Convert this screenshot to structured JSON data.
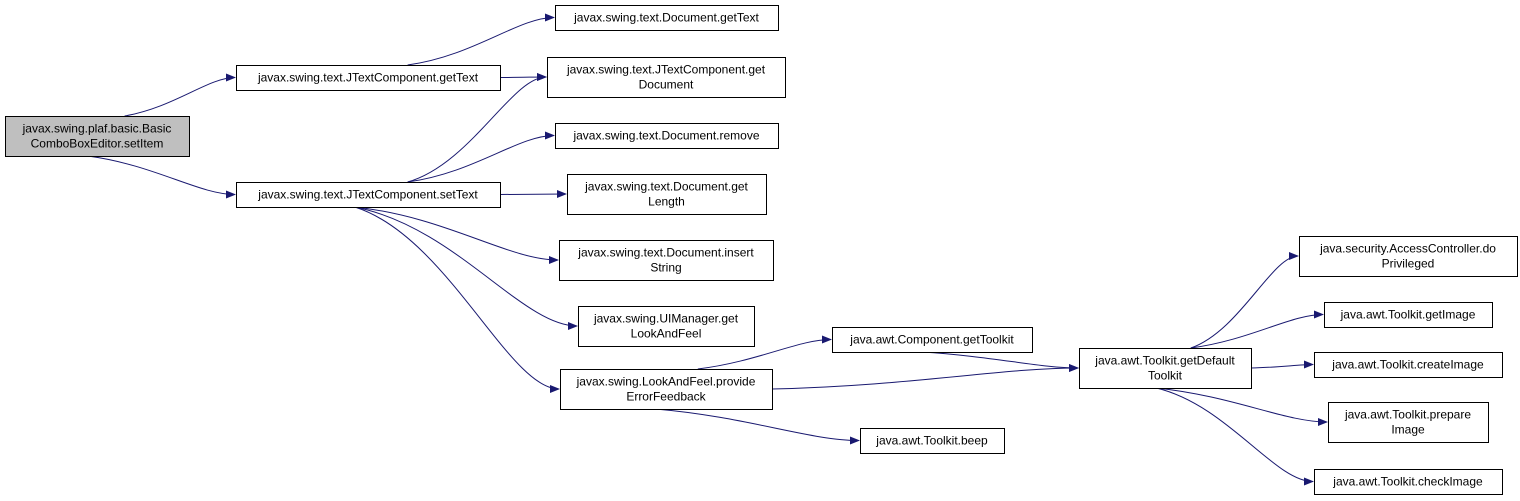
{
  "nodes": [
    {
      "id": "root",
      "lines": [
        "javax.swing.plaf.basic.Basic",
        "ComboBoxEditor.setItem"
      ],
      "highlight": true
    },
    {
      "id": "jtc_gettext",
      "lines": [
        "javax.swing.text.JTextComponent.getText"
      ]
    },
    {
      "id": "jtc_settext",
      "lines": [
        "javax.swing.text.JTextComponent.setText"
      ]
    },
    {
      "id": "doc_gettext",
      "lines": [
        "javax.swing.text.Document.getText"
      ]
    },
    {
      "id": "jtc_getdoc",
      "lines": [
        "javax.swing.text.JTextComponent.get",
        "Document"
      ]
    },
    {
      "id": "doc_remove",
      "lines": [
        "javax.swing.text.Document.remove"
      ]
    },
    {
      "id": "doc_getlength",
      "lines": [
        "javax.swing.text.Document.get",
        "Length"
      ]
    },
    {
      "id": "doc_insert",
      "lines": [
        "javax.swing.text.Document.insert",
        "String"
      ]
    },
    {
      "id": "ui_getlaf",
      "lines": [
        "javax.swing.UIManager.get",
        "LookAndFeel"
      ]
    },
    {
      "id": "laf_error",
      "lines": [
        "javax.swing.LookAndFeel.provide",
        "ErrorFeedback"
      ]
    },
    {
      "id": "comp_gettoolkit",
      "lines": [
        "java.awt.Component.getToolkit"
      ]
    },
    {
      "id": "tk_beep",
      "lines": [
        "java.awt.Toolkit.beep"
      ]
    },
    {
      "id": "tk_getdefault",
      "lines": [
        "java.awt.Toolkit.getDefault",
        "Toolkit"
      ]
    },
    {
      "id": "ac_doprivileged",
      "lines": [
        "java.security.AccessController.do",
        "Privileged"
      ]
    },
    {
      "id": "tk_getimage",
      "lines": [
        "java.awt.Toolkit.getImage"
      ]
    },
    {
      "id": "tk_createimage",
      "lines": [
        "java.awt.Toolkit.createImage"
      ]
    },
    {
      "id": "tk_prepareimage",
      "lines": [
        "java.awt.Toolkit.prepare",
        "Image"
      ]
    },
    {
      "id": "tk_checkimage",
      "lines": [
        "java.awt.Toolkit.checkImage"
      ]
    }
  ],
  "edges": [
    [
      "root",
      "jtc_gettext"
    ],
    [
      "root",
      "jtc_settext"
    ],
    [
      "jtc_gettext",
      "doc_gettext"
    ],
    [
      "jtc_gettext",
      "jtc_getdoc"
    ],
    [
      "jtc_settext",
      "jtc_getdoc"
    ],
    [
      "jtc_settext",
      "doc_remove"
    ],
    [
      "jtc_settext",
      "doc_getlength"
    ],
    [
      "jtc_settext",
      "doc_insert"
    ],
    [
      "jtc_settext",
      "ui_getlaf"
    ],
    [
      "jtc_settext",
      "laf_error"
    ],
    [
      "laf_error",
      "comp_gettoolkit"
    ],
    [
      "laf_error",
      "tk_getdefault"
    ],
    [
      "laf_error",
      "tk_beep"
    ],
    [
      "comp_gettoolkit",
      "tk_getdefault"
    ],
    [
      "tk_getdefault",
      "ac_doprivileged"
    ],
    [
      "tk_getdefault",
      "tk_getimage"
    ],
    [
      "tk_getdefault",
      "tk_createimage"
    ],
    [
      "tk_getdefault",
      "tk_prepareimage"
    ],
    [
      "tk_getdefault",
      "tk_checkimage"
    ]
  ],
  "colors": {
    "edge": "#191970",
    "root_fill": "#bfbfbf",
    "node_fill": "#ffffff",
    "node_border": "#000000"
  }
}
